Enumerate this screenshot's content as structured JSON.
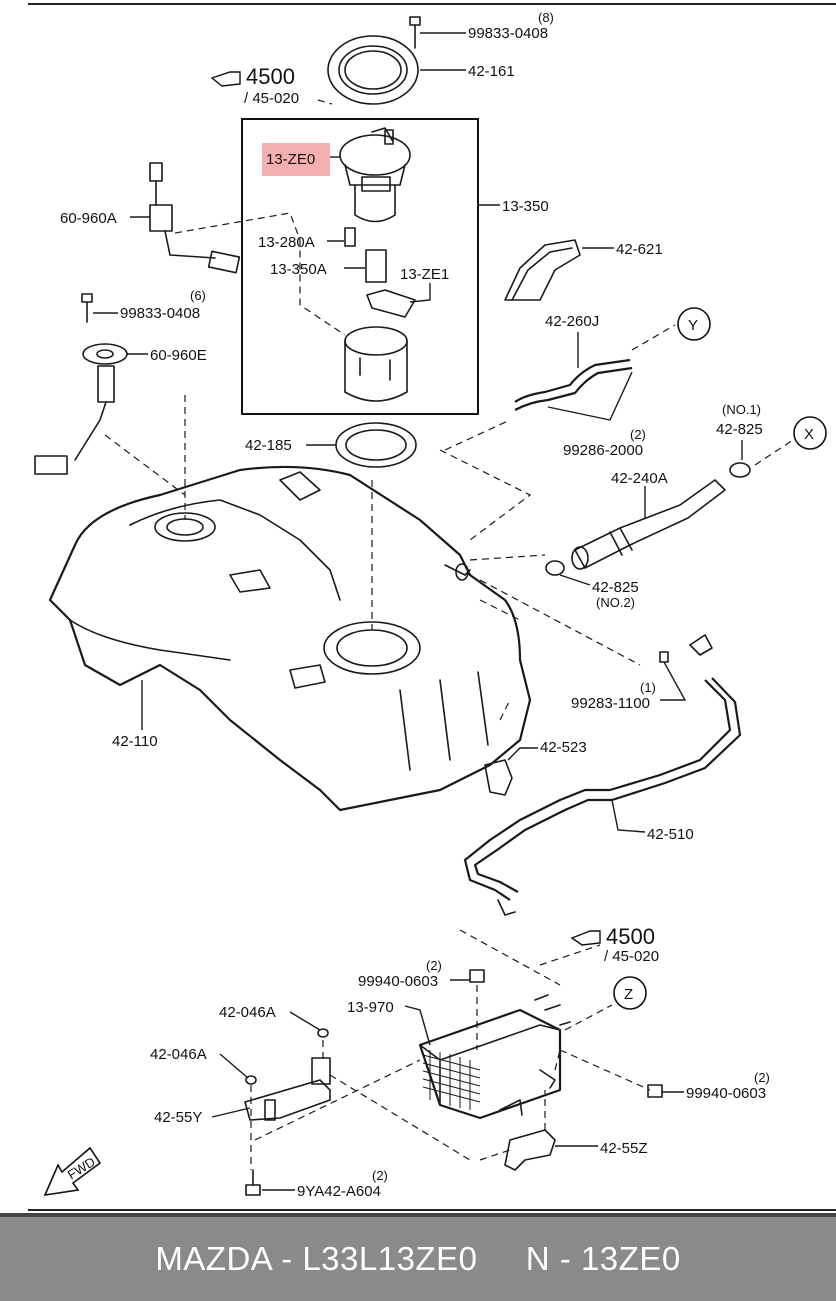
{
  "diagram": {
    "highlight_color": "#f7b0b2",
    "ref_top": {
      "page": "4500",
      "sub": "/ 45-020"
    },
    "ref_bottom": {
      "page": "4500",
      "sub": "/ 45-020"
    },
    "connectors": {
      "y": "Y",
      "x": "X",
      "z": "Z"
    },
    "fwd_label": "FWD",
    "labels": {
      "bolt_top_qty": "(8)",
      "bolt_top": "99833-0408",
      "ring_top": "42-161",
      "pump_assy_highlight": "13-ZE0",
      "pump_module": "13-350",
      "sender_a": "60-960A",
      "filter_280a": "13-280A",
      "filter_350a": "13-350A",
      "part_ze1": "13-ZE1",
      "bracket_621": "42-621",
      "bolt_mid_qty": "(6)",
      "bolt_mid": "99833-0408",
      "sender_e": "60-960E",
      "hose_260j": "42-260J",
      "clip_qty": "(2)",
      "clip": "99286-2000",
      "clamp1_note": "(NO.1)",
      "clamp1": "42-825",
      "ring_185": "42-185",
      "hose_240a": "42-240A",
      "clamp2": "42-825",
      "clamp2_note": "(NO.2)",
      "tank": "42-110",
      "clip2_qty": "(1)",
      "clip2": "99283-1100",
      "insulator": "42-523",
      "pipe_510": "42-510",
      "nut_top_qty": "(2)",
      "nut_top": "99940-0603",
      "canister": "13-970",
      "bracket_046a_1": "42-046A",
      "bracket_046a_2": "42-046A",
      "bracket_55y": "42-55Y",
      "nut_right_qty": "(2)",
      "nut_right": "99940-0603",
      "bracket_55z": "42-55Z",
      "bolt_bottom_qty": "(2)",
      "bolt_bottom": "9YA42-A604"
    }
  },
  "footer": {
    "text": "MAZDA - L33L13ZE0     N - 13ZE0"
  }
}
